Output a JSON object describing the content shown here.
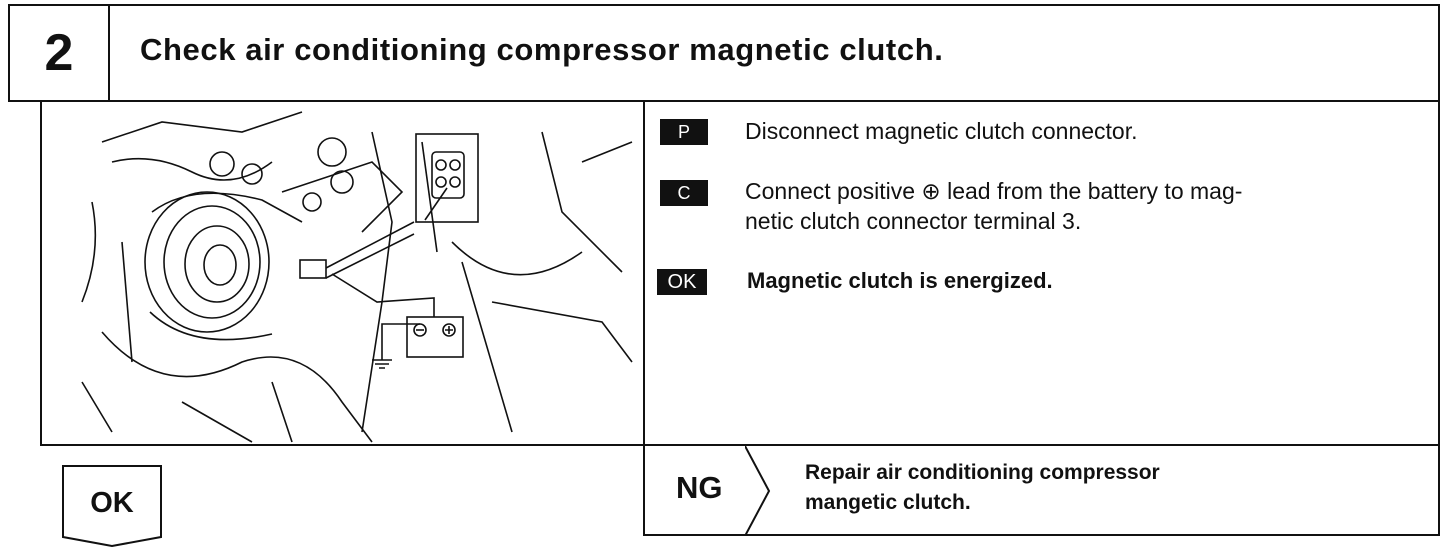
{
  "header": {
    "step_number": "2",
    "title": "Check air conditioning compressor magnetic clutch."
  },
  "steps": [
    {
      "badge": "P",
      "text_lines": [
        "Disconnect magnetic clutch connector."
      ],
      "bold": false
    },
    {
      "badge": "C",
      "text_lines": [
        "Connect positive ⊕ lead from the battery to mag-",
        "netic clutch connector terminal 3."
      ],
      "bold": false
    },
    {
      "badge": "OK",
      "text_lines": [
        "Magnetic clutch is energized."
      ],
      "bold": true
    }
  ],
  "result_ok": {
    "label": "OK"
  },
  "result_ng": {
    "label": "NG",
    "text_lines": [
      "Repair air conditioning compressor",
      "mangetic clutch."
    ]
  }
}
